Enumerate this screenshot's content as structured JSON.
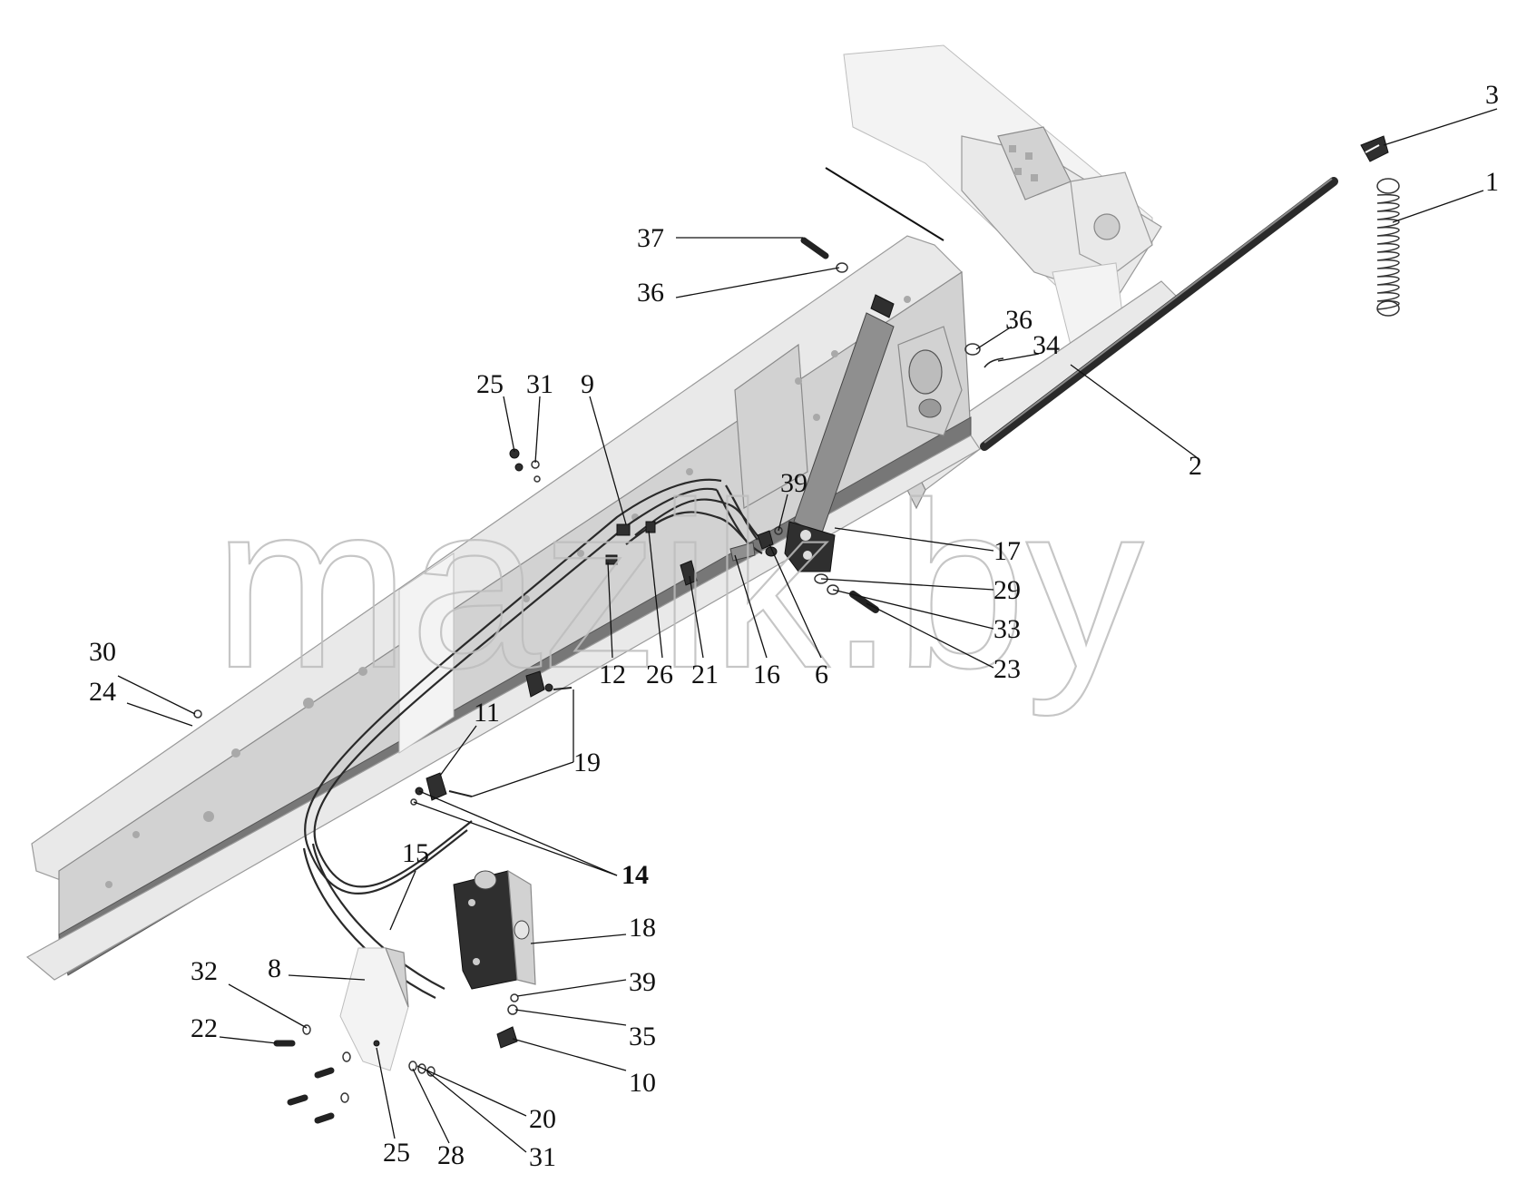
{
  "watermark": "mazik.by",
  "callouts": [
    "3",
    "1",
    "37",
    "36",
    "36",
    "34",
    "2",
    "25",
    "31",
    "9",
    "39",
    "17",
    "29",
    "33",
    "23",
    "12",
    "26",
    "21",
    "16",
    "6",
    "30",
    "24",
    "11",
    "19",
    "14",
    "15",
    "18",
    "39",
    "35",
    "10",
    "32",
    "8",
    "22",
    "20",
    "25",
    "28",
    "31"
  ]
}
